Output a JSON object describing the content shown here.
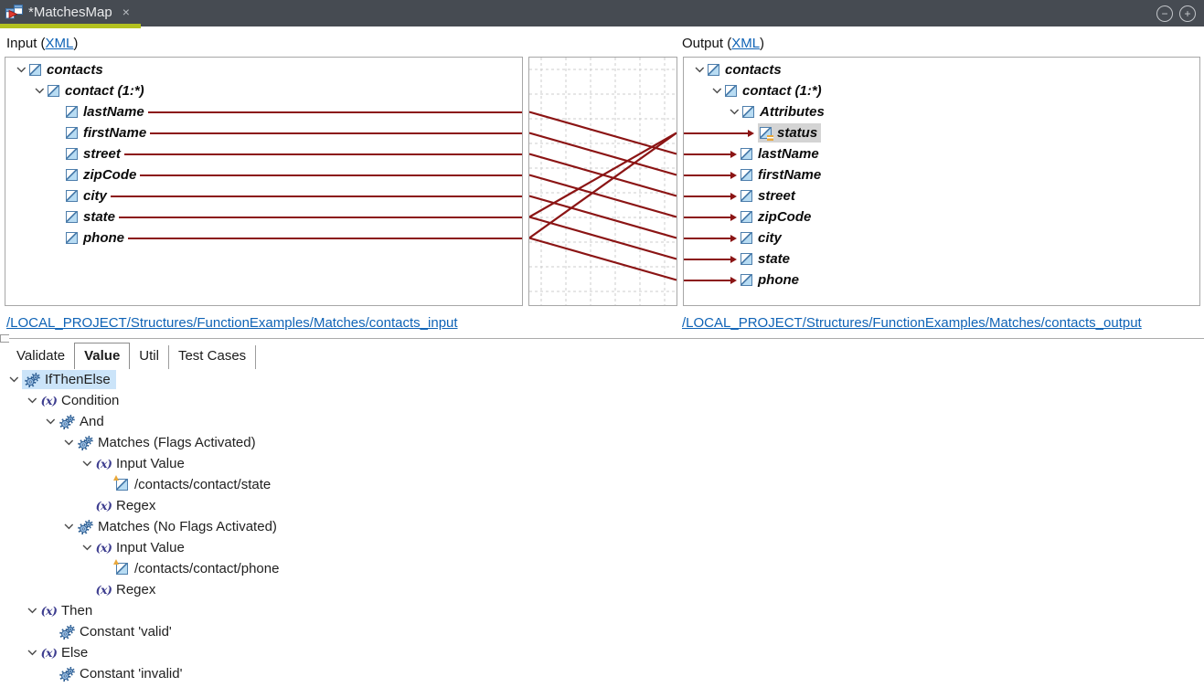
{
  "window": {
    "tab_title": "*MatchesMap",
    "tab_close": "×",
    "zoom_out": "−",
    "zoom_in": "+"
  },
  "input_section": {
    "heading_prefix": "Input (",
    "heading_link": "XML",
    "heading_suffix": ")",
    "structure_link": "/LOCAL_PROJECT/Structures/FunctionExamples/Matches/contacts_input",
    "tree": [
      {
        "label": "contacts",
        "level": 0,
        "chevron": true,
        "line": false
      },
      {
        "label": "contact (1:*)",
        "level": 1,
        "chevron": true,
        "line": false
      },
      {
        "label": "lastName",
        "level": 2,
        "chevron": false,
        "line": true
      },
      {
        "label": "firstName",
        "level": 2,
        "chevron": false,
        "line": true
      },
      {
        "label": "street",
        "level": 2,
        "chevron": false,
        "line": true
      },
      {
        "label": "zipCode",
        "level": 2,
        "chevron": false,
        "line": true
      },
      {
        "label": "city",
        "level": 2,
        "chevron": false,
        "line": true
      },
      {
        "label": "state",
        "level": 2,
        "chevron": false,
        "line": true
      },
      {
        "label": "phone",
        "level": 2,
        "chevron": false,
        "line": true
      }
    ]
  },
  "output_section": {
    "heading_prefix": "Output (",
    "heading_link": "XML",
    "heading_suffix": ")",
    "structure_link": "/LOCAL_PROJECT/Structures/FunctionExamples/Matches/contacts_output",
    "tree": [
      {
        "label": "contacts",
        "level": 0,
        "chevron": true,
        "arrow": false
      },
      {
        "label": "contact (1:*)",
        "level": 1,
        "chevron": true,
        "arrow": false
      },
      {
        "label": "Attributes",
        "level": 2,
        "chevron": true,
        "arrow": false
      },
      {
        "label": "status",
        "level": 3,
        "chevron": false,
        "arrow": true,
        "selected": true,
        "attribute": true
      },
      {
        "label": "lastName",
        "level": 2,
        "chevron": false,
        "arrow": true
      },
      {
        "label": "firstName",
        "level": 2,
        "chevron": false,
        "arrow": true
      },
      {
        "label": "street",
        "level": 2,
        "chevron": false,
        "arrow": true
      },
      {
        "label": "zipCode",
        "level": 2,
        "chevron": false,
        "arrow": true
      },
      {
        "label": "city",
        "level": 2,
        "chevron": false,
        "arrow": true
      },
      {
        "label": "state",
        "level": 2,
        "chevron": false,
        "arrow": true
      },
      {
        "label": "phone",
        "level": 2,
        "chevron": false,
        "arrow": true
      }
    ]
  },
  "connections": [
    {
      "from": "lastName",
      "from_row": 2,
      "to": "lastName",
      "to_row": 4
    },
    {
      "from": "firstName",
      "from_row": 3,
      "to": "firstName",
      "to_row": 5
    },
    {
      "from": "street",
      "from_row": 4,
      "to": "street",
      "to_row": 6
    },
    {
      "from": "zipCode",
      "from_row": 5,
      "to": "zipCode",
      "to_row": 7
    },
    {
      "from": "city",
      "from_row": 6,
      "to": "city",
      "to_row": 8
    },
    {
      "from": "state",
      "from_row": 7,
      "to": "state",
      "to_row": 9
    },
    {
      "from": "phone",
      "from_row": 8,
      "to": "phone",
      "to_row": 10
    },
    {
      "from": "state",
      "from_row": 7,
      "to": "status",
      "to_row": 3
    },
    {
      "from": "phone",
      "from_row": 8,
      "to": "status",
      "to_row": 3
    }
  ],
  "bottom_panel": {
    "tabs": [
      {
        "label": "Validate",
        "active": false
      },
      {
        "label": "Value",
        "active": true
      },
      {
        "label": "Util",
        "active": false
      },
      {
        "label": "Test Cases",
        "active": false
      }
    ],
    "tree": [
      {
        "label": "IfThenElse",
        "level": 0,
        "chevron": true,
        "icon": "gears",
        "selected": true
      },
      {
        "label": "Condition",
        "level": 1,
        "chevron": true,
        "icon": "fx"
      },
      {
        "label": "And",
        "level": 2,
        "chevron": true,
        "icon": "gears"
      },
      {
        "label": "Matches (Flags Activated)",
        "level": 3,
        "chevron": true,
        "icon": "gears"
      },
      {
        "label": "Input Value",
        "level": 4,
        "chevron": true,
        "icon": "fx"
      },
      {
        "label": "/contacts/contact/state",
        "level": 5,
        "chevron": false,
        "icon": "node"
      },
      {
        "label": "Regex",
        "level": 4,
        "chevron": false,
        "icon": "fx"
      },
      {
        "label": "Matches (No Flags Activated)",
        "level": 3,
        "chevron": true,
        "icon": "gears"
      },
      {
        "label": "Input Value",
        "level": 4,
        "chevron": true,
        "icon": "fx"
      },
      {
        "label": "/contacts/contact/phone",
        "level": 5,
        "chevron": false,
        "icon": "node"
      },
      {
        "label": "Regex",
        "level": 4,
        "chevron": false,
        "icon": "fx"
      },
      {
        "label": "Then",
        "level": 1,
        "chevron": true,
        "icon": "fx"
      },
      {
        "label": "Constant 'valid'",
        "level": 2,
        "chevron": false,
        "icon": "gears"
      },
      {
        "label": "Else",
        "level": 1,
        "chevron": true,
        "icon": "fx"
      },
      {
        "label": "Constant 'invalid'",
        "level": 2,
        "chevron": false,
        "icon": "gears"
      }
    ]
  },
  "colors": {
    "connection_line": "#8b1414",
    "tab_bar_background": "#464b52",
    "active_tab_underline": "#b3c11f",
    "selection_blue": "#cbe4f9",
    "selection_gray": "#d4d4d4",
    "link_blue": "#0f63b6",
    "panel_border": "#a7a7a7",
    "grid_line": "#cdcdcd"
  }
}
